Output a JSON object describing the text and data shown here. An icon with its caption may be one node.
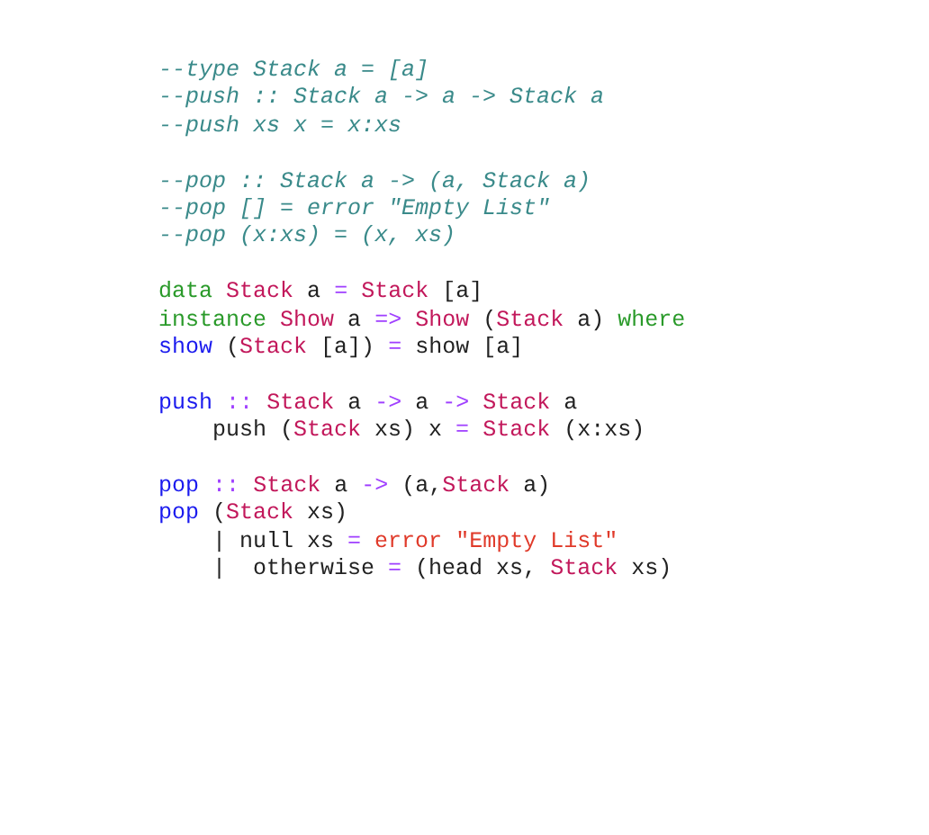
{
  "diagram": {
    "labels": [
      "--type Stack a = [a]",
      "--push :: Stack a -> a -> Stack a",
      "--push xs x = x:xs",
      "--pop :: Stack a -> (a, Stack a)",
      "--pop [] = error \"Empty List\"",
      "--pop (x:xs) = (x, xs)",
      "data Stack a = Stack [a]",
      "instance Show a => Show (Stack a) where",
      "show (Stack [a]) = show [a]",
      "push :: Stack a -> a -> Stack a",
      "push (Stack xs) x = Stack (x:xs)",
      "pop :: Stack a -> (a,Stack a)",
      "pop (Stack xs)",
      "| null xs = error \"Empty List\"",
      "|  otherwise = (head xs, Stack xs)"
    ]
  }
}
